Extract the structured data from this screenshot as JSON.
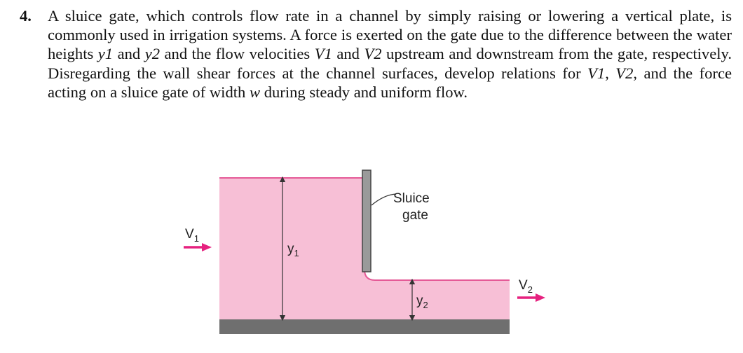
{
  "problem": {
    "number": "4.",
    "segments": [
      "A sluice gate, which controls flow rate in a channel by simply raising or lowering a vertical plate, is commonly used in irrigation systems. A force is exerted on the gate due to the difference between the water heights ",
      "y1",
      " and ",
      "y2",
      " and the flow velocities ",
      "V1",
      " and ",
      "V2",
      " upstream and downstream from the gate, respectively. Disregarding the wall shear forces at the channel surfaces, develop relations for ",
      "V1",
      ", ",
      "V2",
      ", and the force acting on a sluice gate of width ",
      "w",
      " during steady and uniform flow."
    ]
  },
  "figure": {
    "gate_label_line1": "Sluice",
    "gate_label_line2": "gate",
    "v1_base": "V",
    "v1_sub": "1",
    "v2_base": "V",
    "v2_sub": "2",
    "y1_base": "y",
    "y1_sub": "1",
    "y2_base": "y",
    "y2_sub": "2",
    "colors": {
      "water": "#f7bfd6",
      "water_edge": "#e55a97",
      "arrow": "#e6217f",
      "gate": "#9a9a9a",
      "ground": "#6f6f6f",
      "dim_line": "#333333"
    }
  }
}
